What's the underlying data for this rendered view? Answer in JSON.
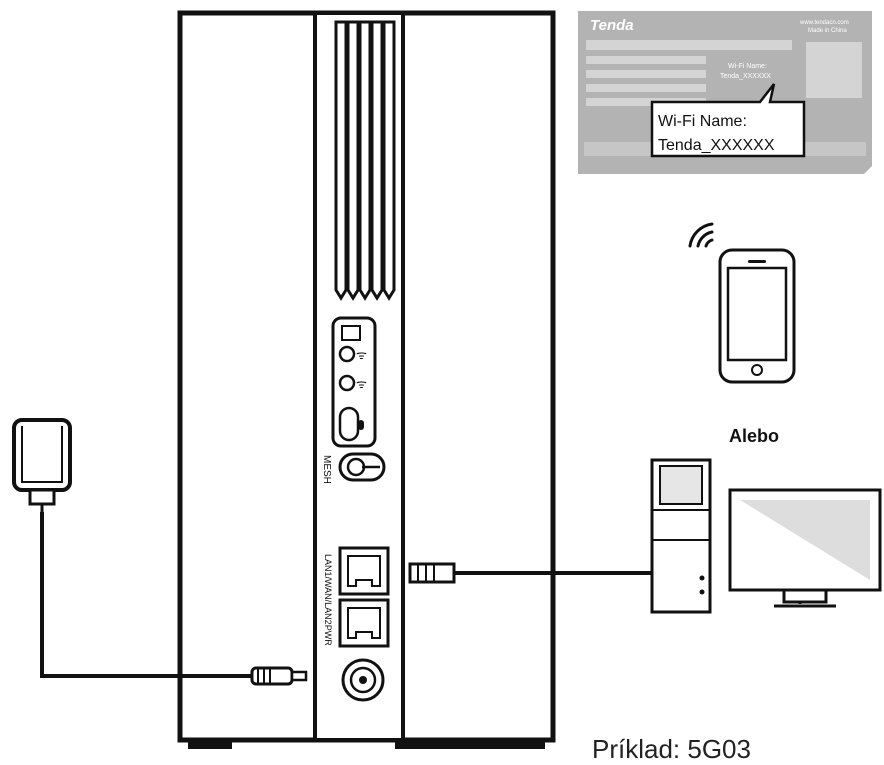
{
  "label": {
    "brand": "Tenda",
    "header_right_1": "www.tendacn.com",
    "header_right_2": "Made in China",
    "small_wifi_name_label": "Wi-Fi Name:",
    "small_wifi_name_value": "Tenda_XXXXXX",
    "callout_wifi_name_label": "Wi-Fi Name:",
    "callout_wifi_name_value": "Tenda_XXXXXX"
  },
  "router": {
    "mesh_label": "MESH",
    "port_label": "LAN1/WAN/LAN2PWR"
  },
  "devices": {
    "or_label": "Alebo"
  },
  "caption": "Príklad: 5G03",
  "colors": {
    "line": "#111111",
    "label_bg": "#b3b3b3",
    "label_stripe": "#d4d4d4",
    "monitor_screen": "#dddddd",
    "pc_gray": "#e6e6e6"
  }
}
